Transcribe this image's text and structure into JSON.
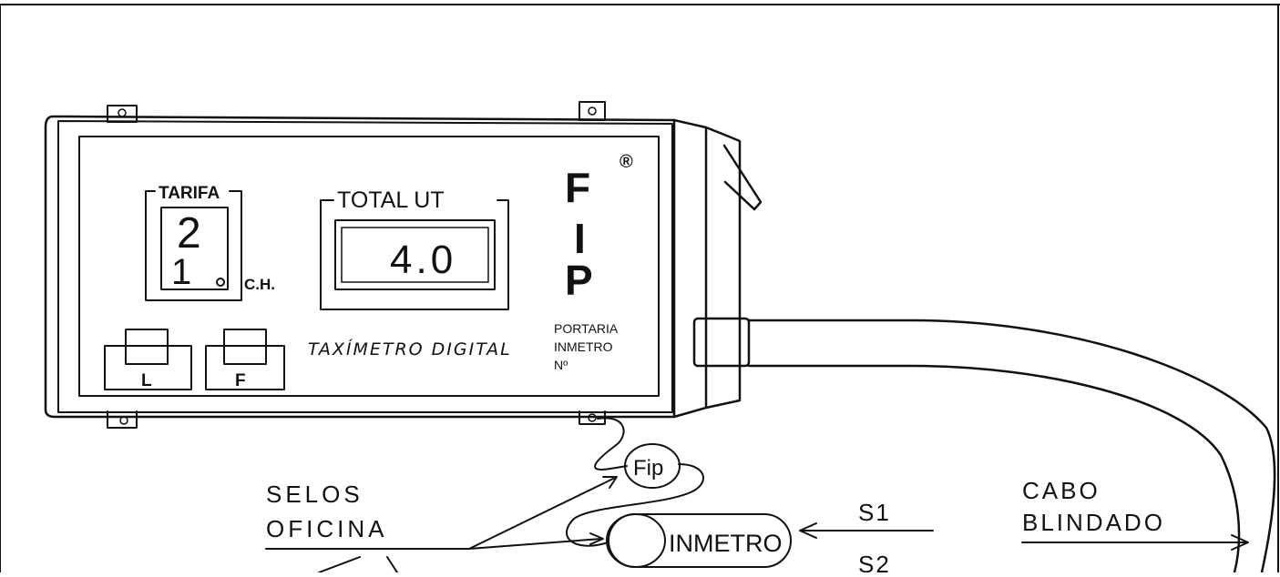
{
  "device": {
    "tariff_label": "TARIFA",
    "tariff_value": "2",
    "tariff_lower_digit": "1",
    "ch_label": "C.H.",
    "total_label": "TOTAL UT",
    "total_value": "4.0",
    "brand_letters": [
      "F",
      "I",
      "P"
    ],
    "registered_mark": "®",
    "button_left": "L",
    "button_right": "F",
    "product_name": "TAXÍMETRO DIGITAL",
    "portaria_line1": "PORTARIA",
    "portaria_line2": "INMETRO",
    "portaria_line3": "Nº"
  },
  "seals": {
    "fip_seal": "Fip",
    "inmetro_seal": "INMETRO"
  },
  "annotations": {
    "selos_line1": "SELOS",
    "selos_line2": "OFICINA",
    "s1": "S1",
    "s2": "S2",
    "cabo_line1": "CABO",
    "cabo_line2": "BLINDADO"
  }
}
